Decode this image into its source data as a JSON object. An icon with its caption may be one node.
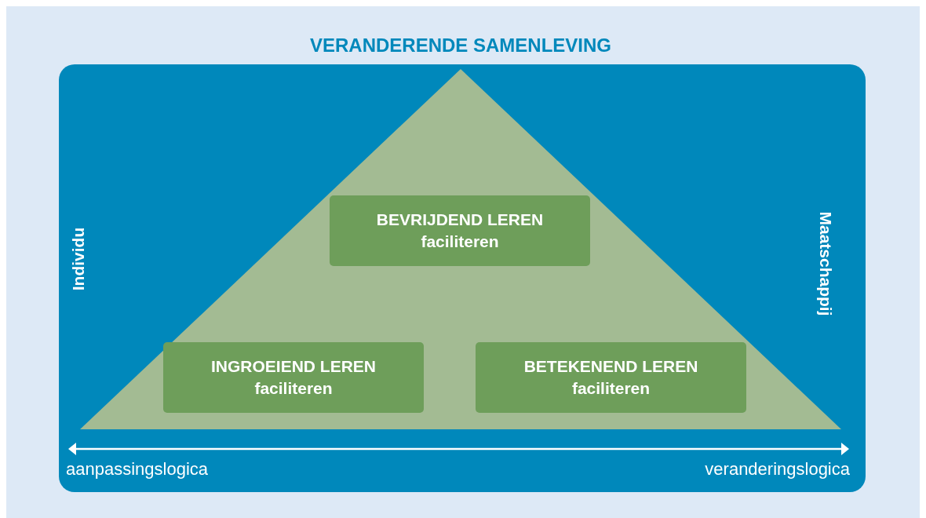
{
  "diagram": {
    "title": "VERANDERENDE SAMENLEVING",
    "nodes": [
      {
        "text": [],
        "shape": "triangle"
      },
      {
        "text": [
          "BEVRIJDEND LEREN",
          "faciliteren"
        ],
        "in": 0
      },
      {
        "text": [
          "INGROEIEND LEREN",
          "faciliteren"
        ],
        "in": 0
      },
      {
        "text": [
          "BETEKENEND LEREN",
          "faciliteren"
        ],
        "in": 0
      }
    ],
    "edges": [],
    "labels": [
      "Individu",
      "Maatschappij",
      "aanpassingslogica",
      "veranderingslogica"
    ]
  }
}
